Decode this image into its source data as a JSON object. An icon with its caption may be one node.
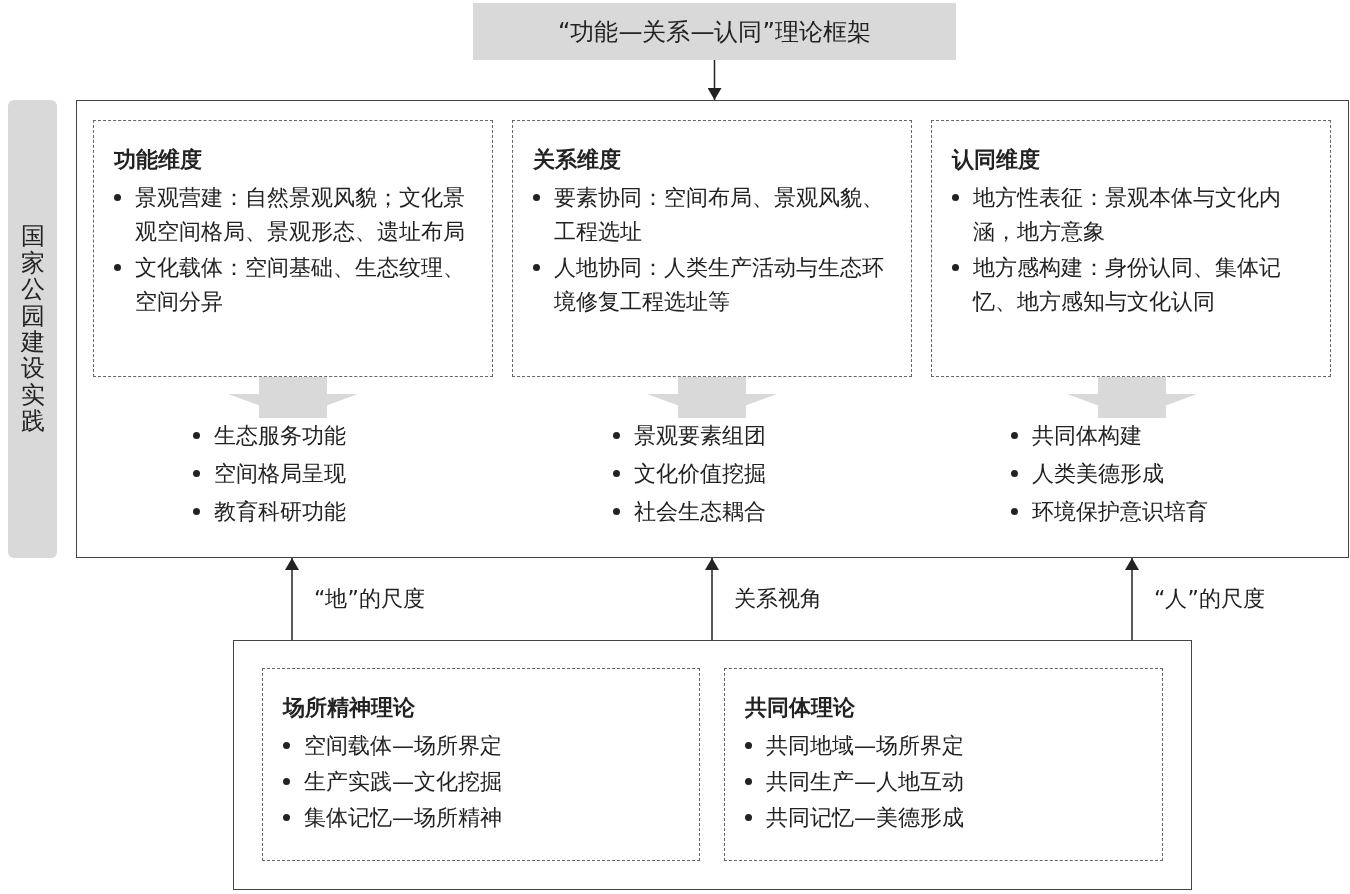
{
  "diagram": {
    "nodes": [
      {
        "text": [
          "“功能—关系—认同”理论框架"
        ]
      },
      {
        "text": [],
        "shape": "box",
        "beside": [
          "国家公园建设实践"
        ]
      },
      {
        "text": [
          "功能维度",
          "景观营建：自然景观风貌；文化景观空间格局、景观形态、遗址布局",
          "文化载体：空间基础、生态纹理、空间分异"
        ],
        "in": 1
      },
      {
        "text": [
          "关系维度",
          "要素协同：空间布局、景观风貌、工程选址",
          "人地协同：人类生产活动与生态环境修复工程选址等"
        ],
        "in": 1
      },
      {
        "text": [
          "认同维度",
          "地方性表征：景观本体与文化内涵，地方意象",
          "地方感构建：身份认同、集体记忆、地方感知与文化认同"
        ],
        "in": 1
      },
      {
        "text": [
          "生态服务功能",
          "空间格局呈现",
          "教育科研功能"
        ],
        "in": 1
      },
      {
        "text": [
          "景观要素组团",
          "文化价值挖掘",
          "社会生态耦合"
        ],
        "in": 1
      },
      {
        "text": [
          "共同体构建",
          "人类美德形成",
          "环境保护意识培育"
        ],
        "in": 1
      },
      {
        "text": [],
        "shape": "box"
      },
      {
        "text": [
          "场所精神理论",
          "空间载体—场所界定",
          "生产实践—文化挖掘",
          "集体记忆—场所精神"
        ],
        "in": 8
      },
      {
        "text": [
          "共同体理论",
          "共同地域—场所界定",
          "共同生产—人地互动",
          "共同记忆—美德形成"
        ],
        "in": 8
      }
    ],
    "edges": [
      {
        "from": 0,
        "to": 1,
        "arrow": "to"
      },
      {
        "from": 2,
        "to": 5,
        "arrow": "to",
        "style": "thick",
        "color": "#d9d9d9"
      },
      {
        "from": 3,
        "to": 6,
        "arrow": "to",
        "style": "thick",
        "color": "#d9d9d9"
      },
      {
        "from": 4,
        "to": 7,
        "arrow": "to",
        "style": "thick",
        "color": "#d9d9d9"
      },
      {
        "from": 8,
        "to": 1,
        "arrow": "to",
        "label": "“地”的尺度"
      },
      {
        "from": 8,
        "to": 1,
        "arrow": "to",
        "label": "关系视角"
      },
      {
        "from": 8,
        "to": 1,
        "arrow": "to",
        "label": "“人”的尺度"
      }
    ]
  }
}
